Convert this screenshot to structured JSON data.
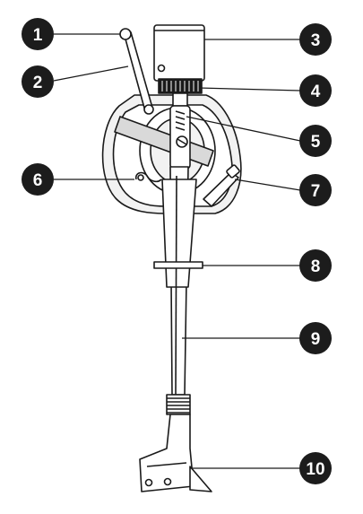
{
  "callouts": [
    {
      "number": "1"
    },
    {
      "number": "2"
    },
    {
      "number": "3"
    },
    {
      "number": "4"
    },
    {
      "number": "5"
    },
    {
      "number": "6"
    },
    {
      "number": "7"
    },
    {
      "number": "8"
    },
    {
      "number": "9"
    },
    {
      "number": "10"
    }
  ],
  "colors": {
    "ink": "#1a1a1a",
    "badge": "#1c1c1c",
    "badge_text": "#ffffff",
    "metal_light": "#f2f2f2",
    "metal_mid": "#d9d9d9",
    "background": "#ffffff"
  }
}
